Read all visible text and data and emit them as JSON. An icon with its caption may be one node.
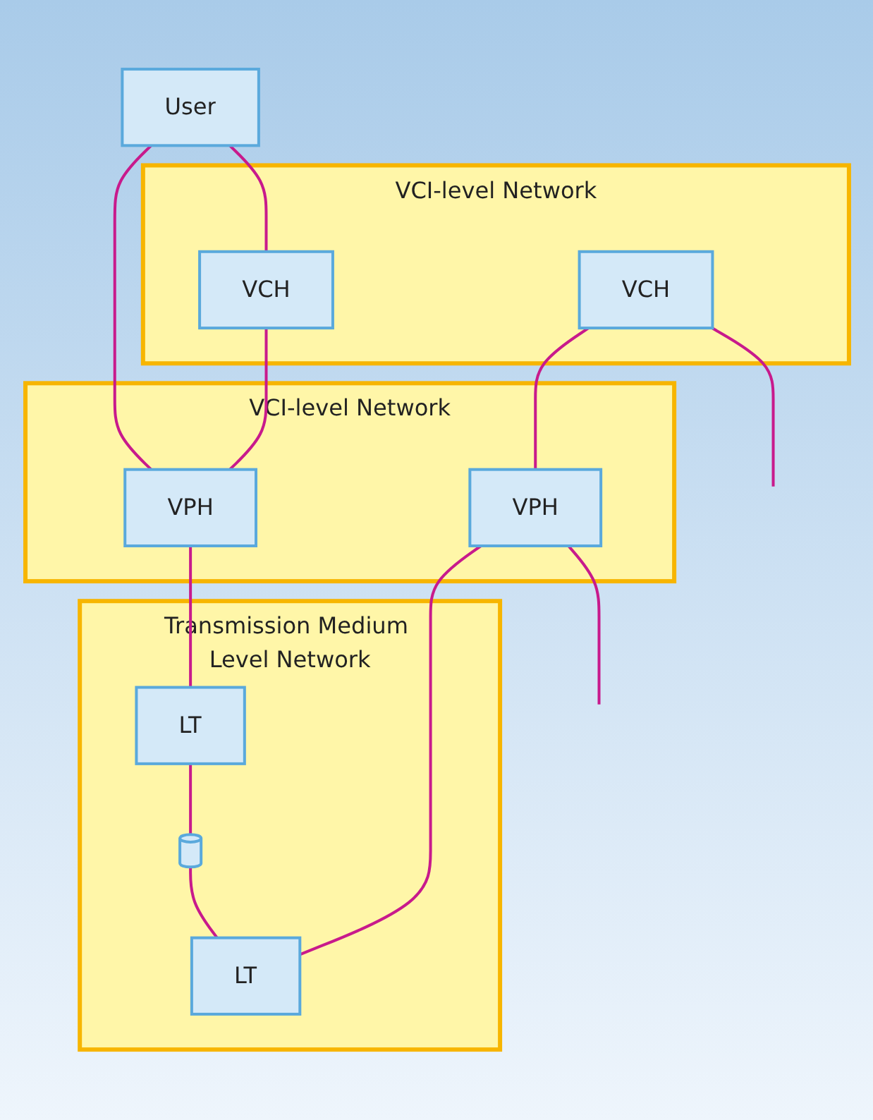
{
  "diagram": {
    "nodes": [
      {
        "text": [
          "User"
        ]
      },
      {
        "text": [
          "VCI-level Network"
        ]
      },
      {
        "text": [
          "VCH"
        ],
        "in": 1
      },
      {
        "text": [
          "VCH"
        ],
        "in": 1
      },
      {
        "text": [
          "VCI-level Network"
        ]
      },
      {
        "text": [
          "VPH"
        ],
        "in": 4
      },
      {
        "text": [
          "VPH"
        ],
        "in": 4
      },
      {
        "text": [
          "Transmission Medium Level Network"
        ]
      },
      {
        "text": [
          "LT"
        ],
        "in": 7
      },
      {
        "text": [],
        "shape": "cylinder",
        "in": 7
      },
      {
        "text": [
          "LT"
        ],
        "in": 7
      }
    ],
    "edges": [
      {
        "from": 0,
        "to": 2,
        "arrow": "none"
      },
      {
        "from": 0,
        "to": 5,
        "arrow": "none"
      },
      {
        "from": 3,
        "to": null,
        "arrow": "none"
      },
      {
        "from": 2,
        "to": 5,
        "arrow": "none"
      },
      {
        "from": 3,
        "to": 6,
        "arrow": "none"
      },
      {
        "from": 6,
        "to": null,
        "arrow": "none"
      },
      {
        "from": 5,
        "to": 8,
        "arrow": "none"
      },
      {
        "from": 6,
        "to": 10,
        "arrow": "none"
      },
      {
        "from": 8,
        "to": 9,
        "arrow": "none"
      },
      {
        "from": 9,
        "to": 10,
        "arrow": "none"
      }
    ]
  }
}
